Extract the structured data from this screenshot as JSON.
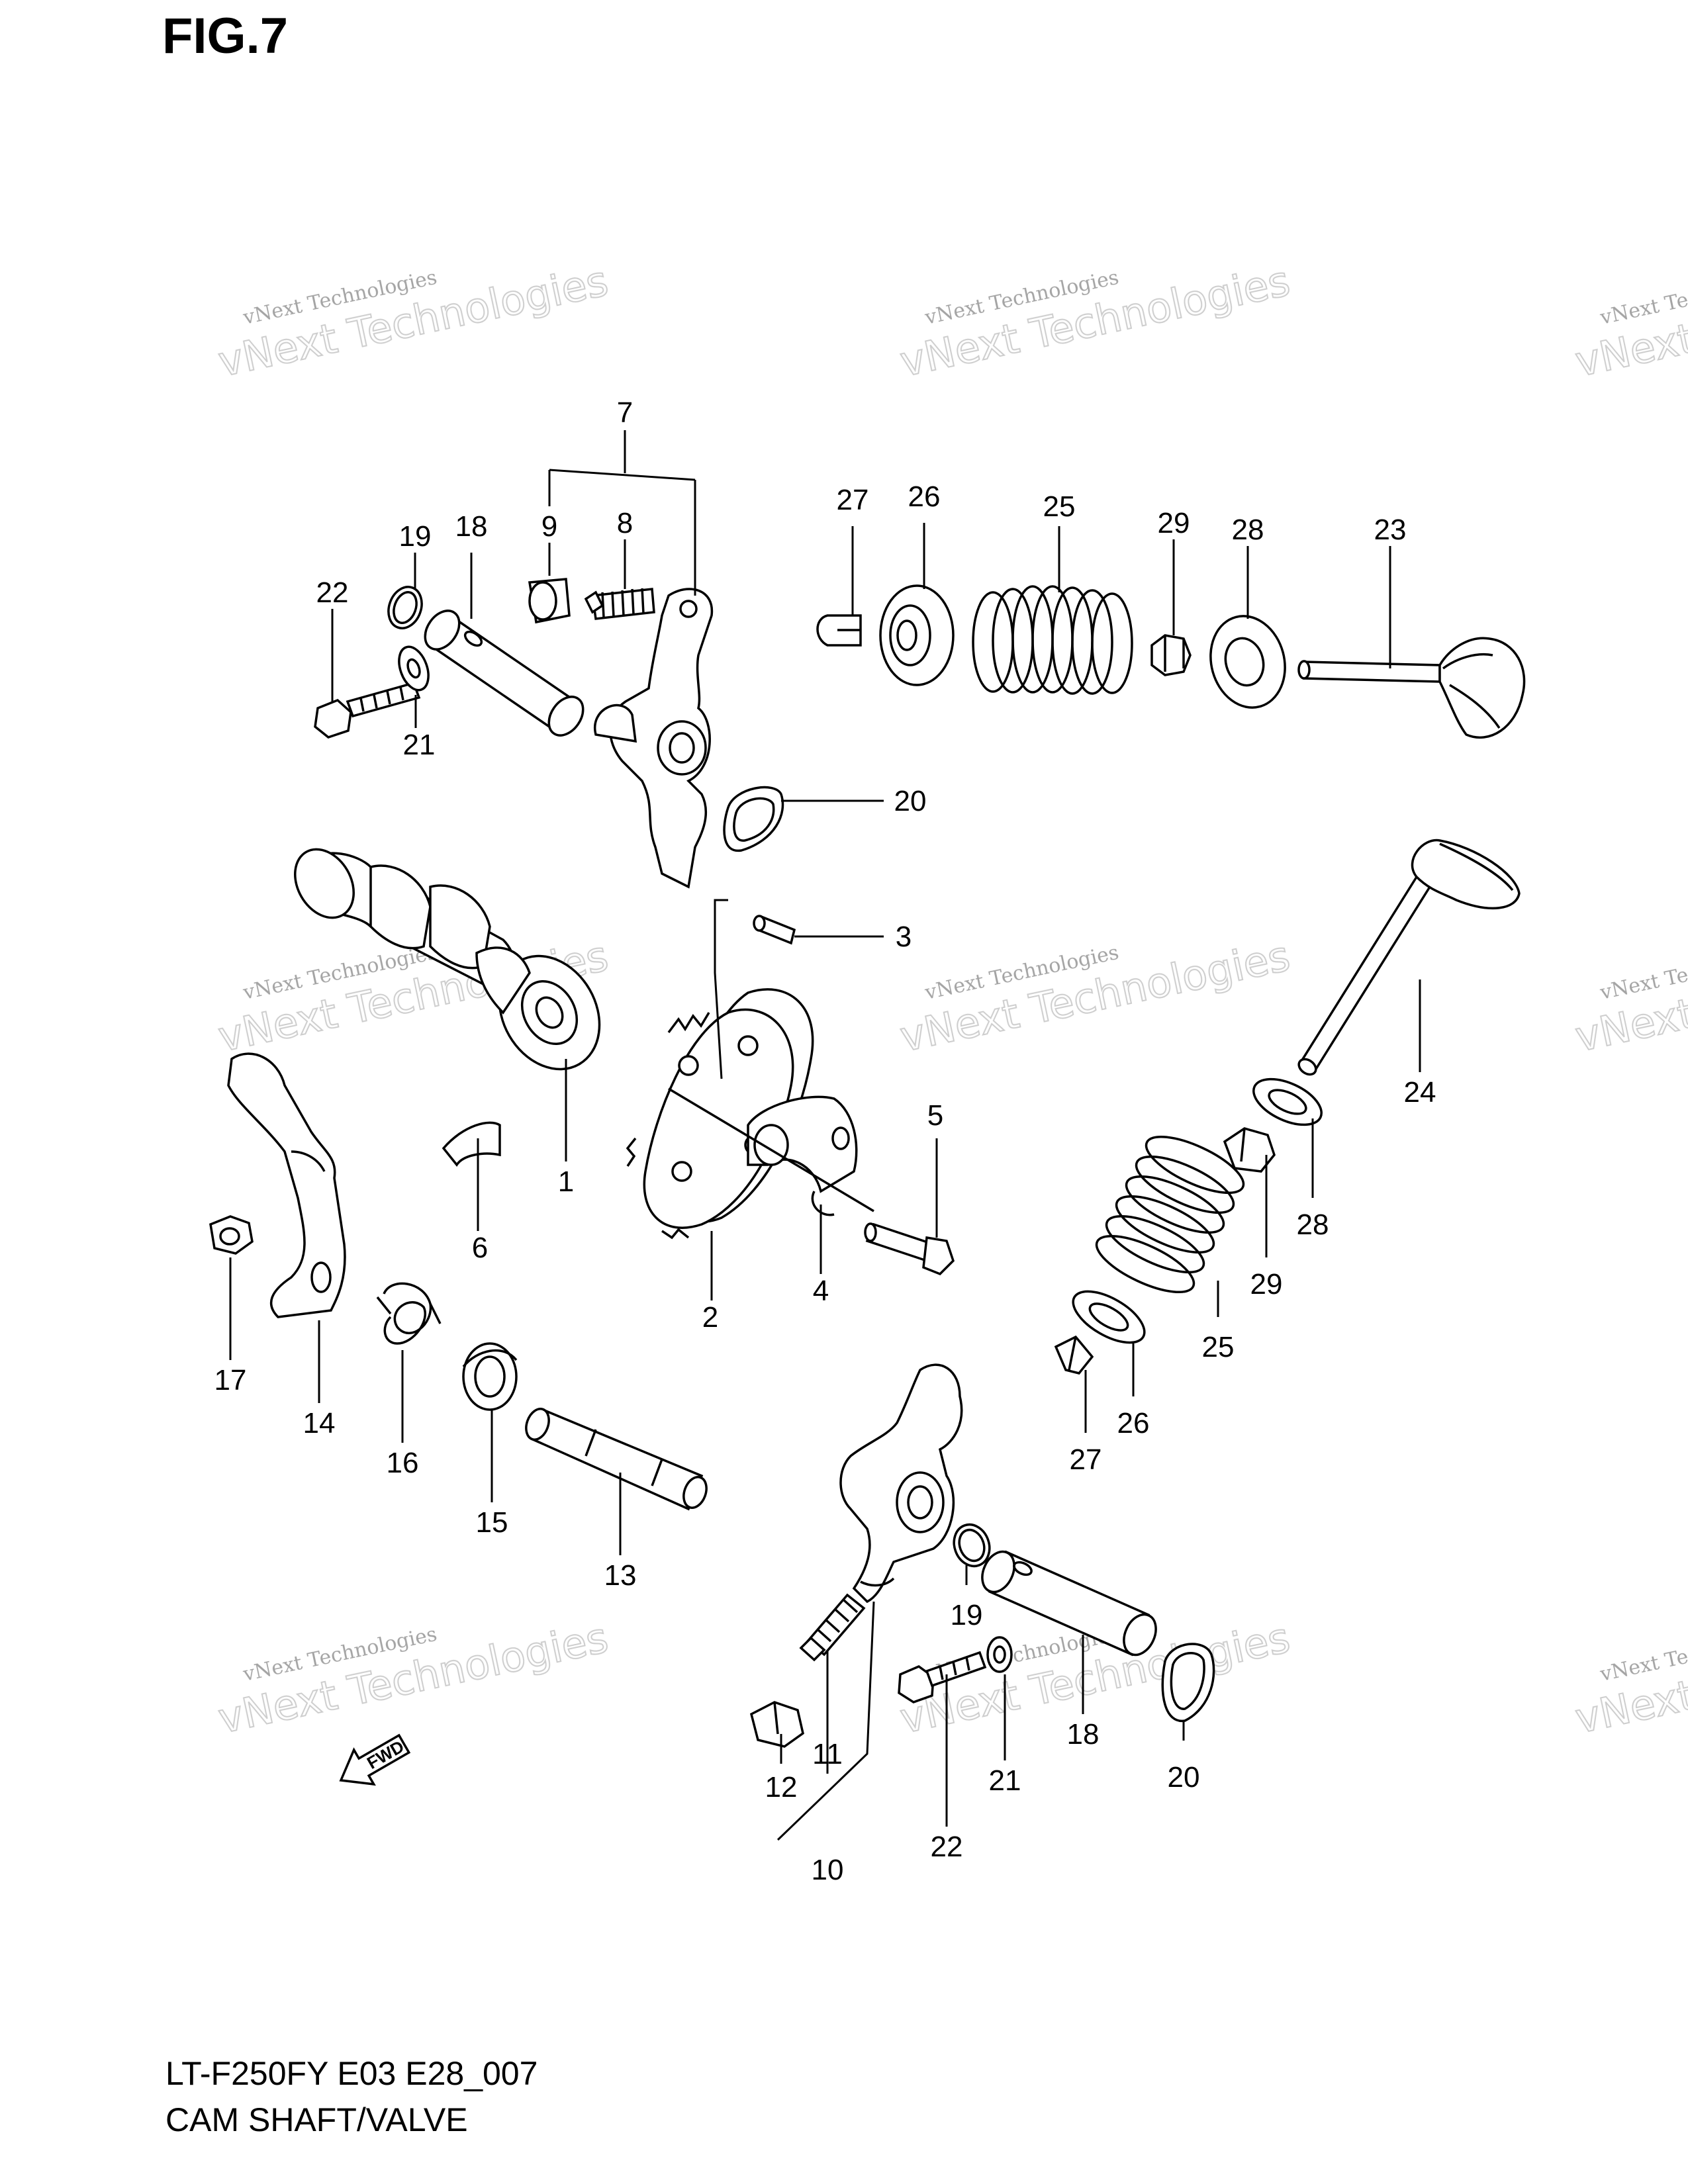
{
  "figure": {
    "title": "FIG.7",
    "footer_code": "LT-F250FY E03 E28_007",
    "footer_name": "CAM SHAFT/VALVE"
  },
  "watermark": {
    "line1": "vNext Technologies",
    "line2": "vNext Technologies"
  },
  "fwd_label": "FWD",
  "callouts": [
    "1",
    "2",
    "3",
    "4",
    "5",
    "6",
    "7",
    "8",
    "9",
    "10",
    "11",
    "12",
    "13",
    "14",
    "15",
    "16",
    "17",
    "18",
    "19",
    "20",
    "21",
    "22",
    "23",
    "24",
    "25",
    "26",
    "27",
    "28",
    "29",
    "18",
    "19",
    "20",
    "21",
    "22",
    "25",
    "26",
    "27",
    "28",
    "29"
  ]
}
